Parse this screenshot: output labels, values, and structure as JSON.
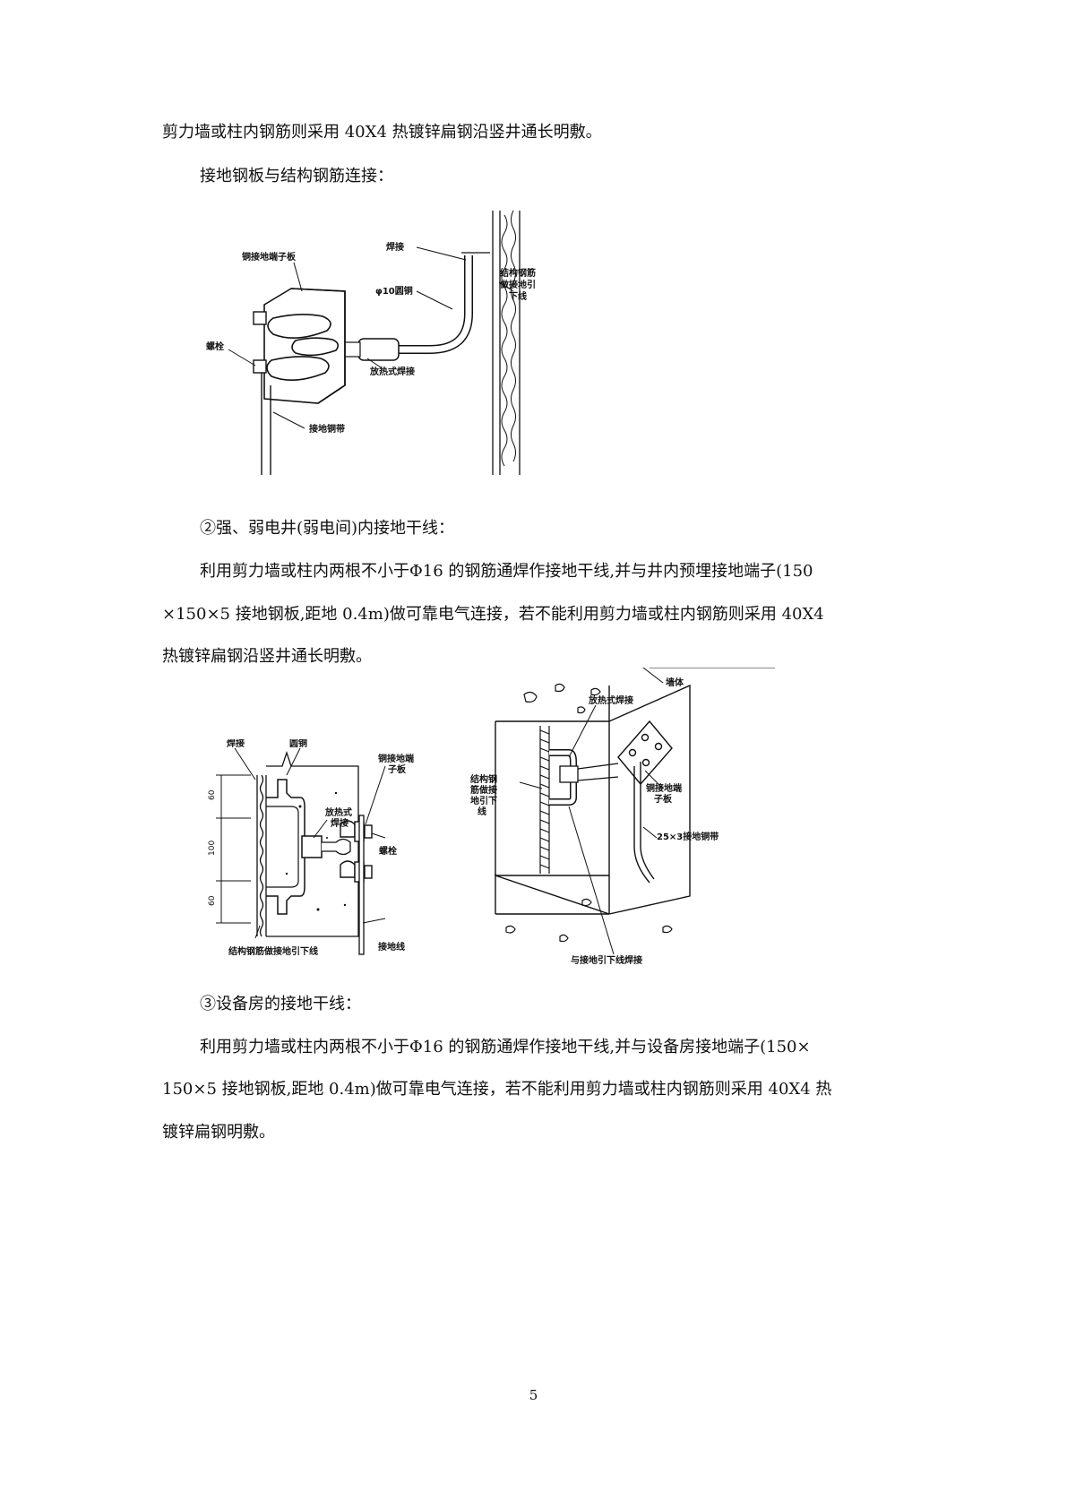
{
  "paragraphs": {
    "p1": "剪力墙或柱内钢筋则采用 40X4 热镀锌扁钢沿竖井通长明敷。",
    "p2": "接地钢板与结构钢筋连接：",
    "p3": "②强、弱电井(弱电间)内接地干线：",
    "p4a": "利用剪力墙或柱内两根不小于Φ16 的钢筋通焊作接地干线,并与井内预埋接地端子(150",
    "p4b": "×150×5 接地钢板,距地 0.4m)做可靠电气连接，若不能利用剪力墙或柱内钢筋则采用 40X4",
    "p4c": "热镀锌扁钢沿竖井通长明敷。",
    "p5": "③设备房的接地干线：",
    "p6a": "利用剪力墙或柱内两根不小于Φ16  的钢筋通焊作接地干线,并与设备房接地端子(150×",
    "p6b": "150×5 接地钢板,距地 0.4m)做可靠电气连接，若不能利用剪力墙或柱内钢筋则采用 40X4 热",
    "p6c": "镀锌扁钢明敷。"
  },
  "figure1": {
    "label_plate": "铜接地端子板",
    "label_weld": "焊接",
    "label_rod": "φ10圆铜",
    "label_rebar_1": "结构钢筋",
    "label_rebar_2": "做接地引",
    "label_rebar_3": "下线",
    "label_bolt": "螺栓",
    "label_exo": "放热式焊接",
    "label_strap": "接地铜带"
  },
  "figure2": {
    "label_weld": "焊接",
    "label_rod": "圆铜",
    "label_plate_1": "铜接地端",
    "label_plate_2": "子板",
    "label_exo_1": "放热式",
    "label_exo_2": "焊接",
    "label_bolt": "螺栓",
    "label_rebar": "结构钢筋做接地引下线",
    "label_ground": "接地线",
    "dim_top": "60",
    "dim_mid": "100",
    "dim_bot": "60"
  },
  "figure3": {
    "label_wall": "墙体",
    "label_exo": "放热式焊接",
    "label_rebar_1": "结构钢",
    "label_rebar_2": "筋做接",
    "label_rebar_3": "地引下",
    "label_rebar_4": "线",
    "label_plate_1": "铜接地端",
    "label_plate_2": "子板",
    "label_strap": "25×3接地铜带",
    "label_weld": "与接地引下线焊接"
  },
  "page_number": "5"
}
